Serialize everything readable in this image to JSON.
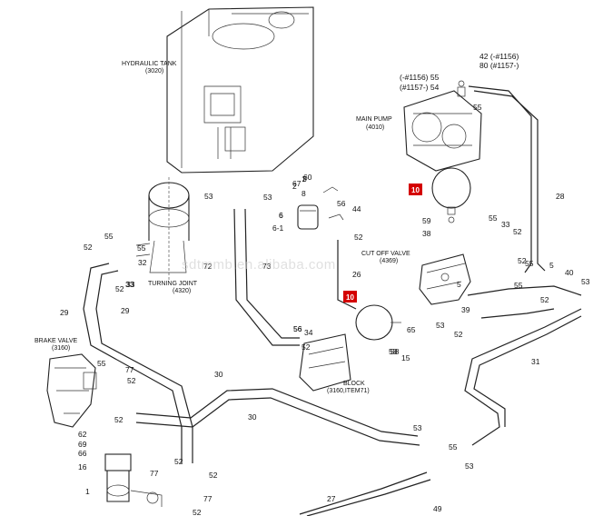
{
  "watermark": "sdtmmb.en.alibaba.com",
  "components": {
    "hydraulic_tank": [
      "HYDRAULIC TANK",
      "(3020)"
    ],
    "main_pump": [
      "MAIN PUMP",
      "(4010)"
    ],
    "turning_joint": [
      "TURNING JOINT",
      "(4320)"
    ],
    "brake_valve": [
      "BRAKE VALVE",
      "(3160)"
    ],
    "cut_off_valve": [
      "CUT OFF VALVE",
      "(4369)"
    ],
    "block": [
      "BLOCK",
      "(3160,ITEM71)"
    ]
  },
  "serial_notes": {
    "upper_right_1": "42 (-#1156)",
    "upper_right_2": "80 (#1157-)",
    "upper_left_1": "(-#1156) 55",
    "upper_left_2": "(#1157-) 54"
  },
  "highlight_parts": [
    "10",
    "10"
  ],
  "part_numbers": [
    "55",
    "53",
    "53",
    "72",
    "73",
    "1",
    "2",
    "8",
    "3",
    "60",
    "67",
    "56",
    "44",
    "6",
    "6-1",
    "52",
    "26",
    "59",
    "38",
    "55",
    "33",
    "52",
    "28",
    "52",
    "55",
    "5",
    "40",
    "53",
    "55",
    "52",
    "15",
    "58",
    "65",
    "39",
    "52",
    "53",
    "31",
    "56",
    "34",
    "52",
    "55",
    "55",
    "33",
    "52",
    "52",
    "33",
    "32",
    "29",
    "29",
    "77",
    "52",
    "55",
    "52",
    "30",
    "30",
    "62",
    "69",
    "66",
    "16",
    "1",
    "52",
    "77",
    "77",
    "52",
    "52",
    "53",
    "53",
    "55",
    "49",
    "27",
    "58",
    "56",
    "5",
    "6"
  ]
}
